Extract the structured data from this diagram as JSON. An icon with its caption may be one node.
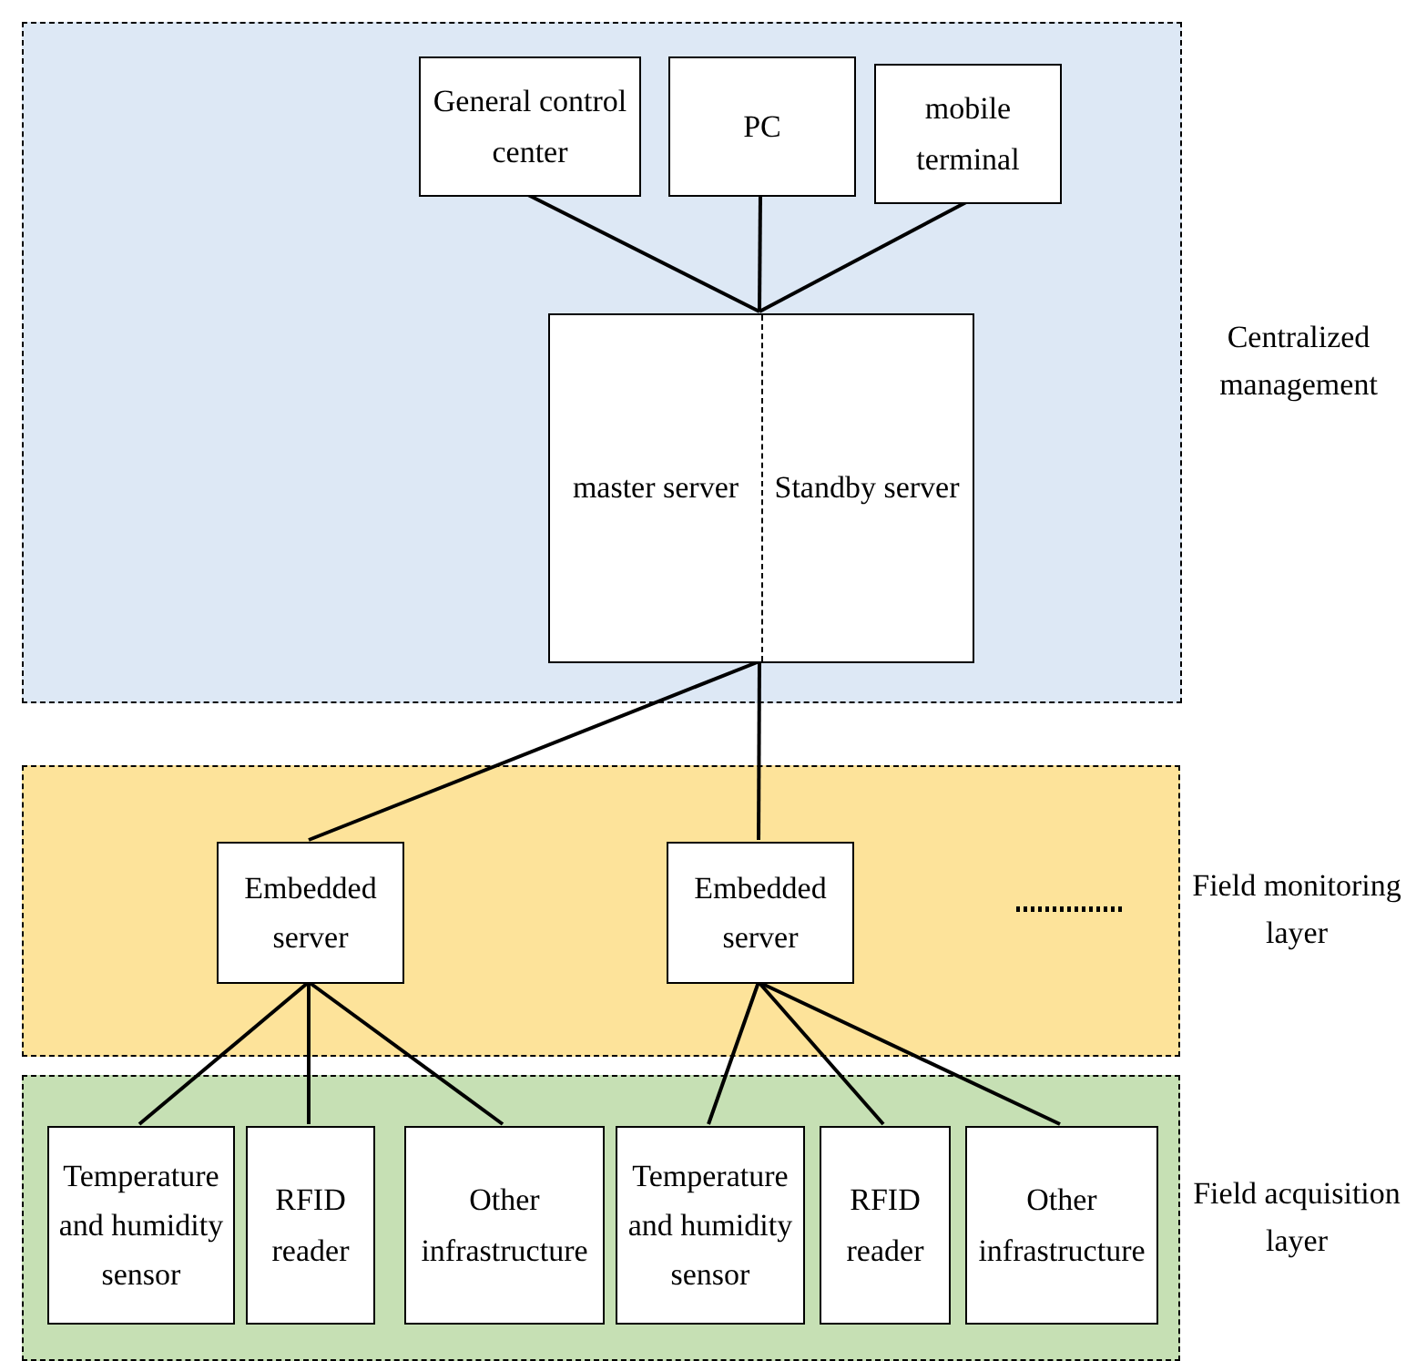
{
  "diagram": {
    "nodes": [
      {
        "text": [
          "Centralized management"
        ]
      },
      {
        "text": [
          "General control center"
        ],
        "in": 0
      },
      {
        "text": [
          "PC"
        ],
        "in": 0
      },
      {
        "text": [
          "mobile terminal"
        ],
        "in": 0
      },
      {
        "text": [
          "master server",
          "Standby server"
        ],
        "in": 0
      },
      {
        "text": [
          "Field monitoring layer"
        ]
      },
      {
        "text": [
          "Embedded server"
        ],
        "in": 5
      },
      {
        "text": [
          "Embedded server"
        ],
        "in": 5
      },
      {
        "text": [
          "Field acquisition layer"
        ]
      },
      {
        "text": [
          "Temperature and humidity sensor"
        ],
        "in": 8
      },
      {
        "text": [
          "RFID reader"
        ],
        "in": 8
      },
      {
        "text": [
          "Other infrastructure"
        ],
        "in": 8
      },
      {
        "text": [
          "Temperature and humidity sensor"
        ],
        "in": 8
      },
      {
        "text": [
          "RFID reader"
        ],
        "in": 8
      },
      {
        "text": [
          "Other infrastructure"
        ],
        "in": 8
      }
    ],
    "edges": [
      {
        "from": 1,
        "to": 4,
        "arrow": "none"
      },
      {
        "from": 2,
        "to": 4,
        "arrow": "none"
      },
      {
        "from": 3,
        "to": 4,
        "arrow": "none"
      },
      {
        "from": 4,
        "to": 6,
        "arrow": "none"
      },
      {
        "from": 4,
        "to": 7,
        "arrow": "none"
      },
      {
        "from": 6,
        "to": 9,
        "arrow": "none"
      },
      {
        "from": 6,
        "to": 10,
        "arrow": "none"
      },
      {
        "from": 6,
        "to": 11,
        "arrow": "none"
      },
      {
        "from": 7,
        "to": 12,
        "arrow": "none"
      },
      {
        "from": 7,
        "to": 13,
        "arrow": "none"
      },
      {
        "from": 7,
        "to": 14,
        "arrow": "none"
      }
    ]
  }
}
